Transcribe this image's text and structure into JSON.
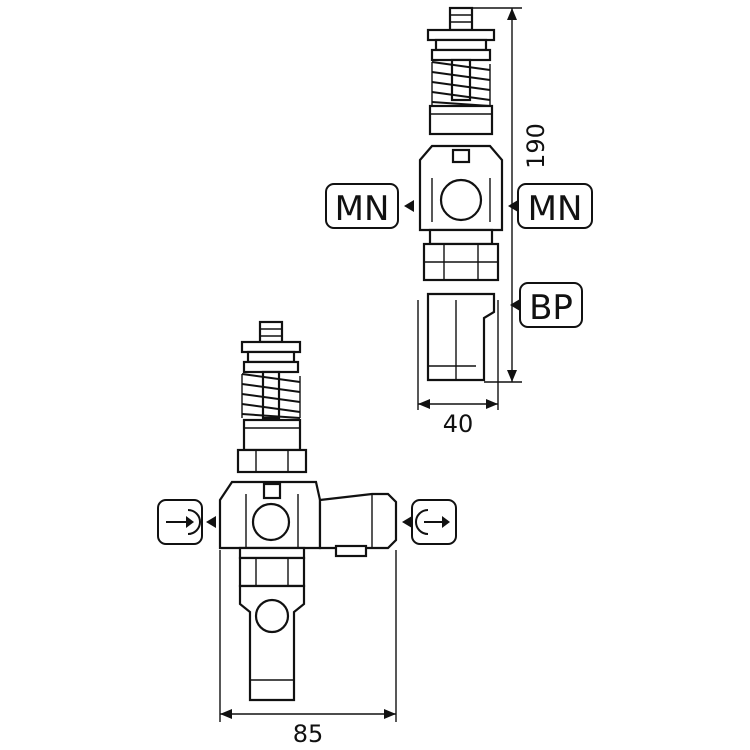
{
  "labels": {
    "mn_left": "MN",
    "mn_right": "MN",
    "bp": "BP"
  },
  "dimensions": {
    "height_value": "190",
    "width_top_value": "40",
    "width_bottom_value": "85"
  },
  "icons": {
    "inlet": "inlet-arrow-icon",
    "outlet": "outlet-arrow-icon"
  },
  "colors": {
    "line": "#111111",
    "background": "#ffffff"
  }
}
